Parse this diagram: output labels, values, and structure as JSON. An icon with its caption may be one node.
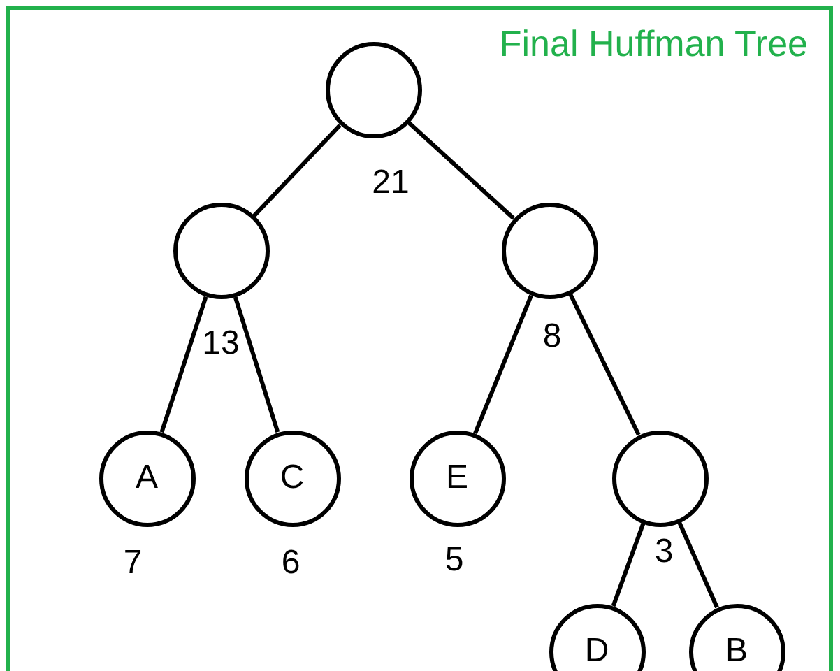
{
  "diagram": {
    "title": "Final Huffman Tree",
    "nodes": [
      {
        "text": [],
        "shape": "circle",
        "beside": [
          "21"
        ]
      },
      {
        "text": [],
        "shape": "circle",
        "beside": [
          "13"
        ]
      },
      {
        "text": [],
        "shape": "circle",
        "beside": [
          "8"
        ]
      },
      {
        "text": [
          "A"
        ],
        "beside": [
          "7"
        ]
      },
      {
        "text": [
          "C"
        ],
        "beside": [
          "6"
        ]
      },
      {
        "text": [
          "E"
        ],
        "beside": [
          "5"
        ]
      },
      {
        "text": [],
        "shape": "circle",
        "beside": [
          "3"
        ]
      },
      {
        "text": [
          "D"
        ]
      },
      {
        "text": [
          "B"
        ]
      }
    ],
    "edges": [
      {
        "from": 0,
        "to": 1,
        "arrow": "none"
      },
      {
        "from": 0,
        "to": 2,
        "arrow": "none"
      },
      {
        "from": 1,
        "to": 3,
        "arrow": "none"
      },
      {
        "from": 1,
        "to": 4,
        "arrow": "none"
      },
      {
        "from": 2,
        "to": 5,
        "arrow": "none"
      },
      {
        "from": 2,
        "to": 6,
        "arrow": "none"
      },
      {
        "from": 6,
        "to": 7,
        "arrow": "none"
      },
      {
        "from": 6,
        "to": 8,
        "arrow": "none"
      }
    ]
  }
}
